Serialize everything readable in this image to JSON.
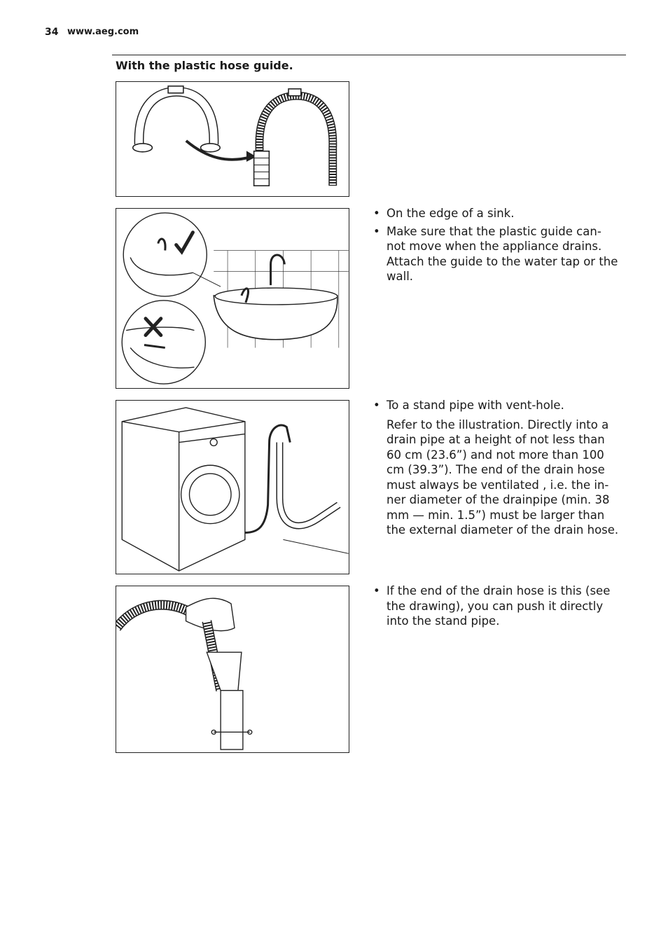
{
  "header": {
    "page_number": "34",
    "website": "www.aeg.com"
  },
  "section": {
    "heading": "With the plastic hose guide."
  },
  "blocks": [
    {
      "bullets": [
        "On the edge of a sink.",
        "Make sure that the plastic guide can-not move when the appliance drains. Attach the guide to the water tap or the wall."
      ]
    },
    {
      "bullets": [
        "To a stand pipe with vent-hole."
      ],
      "paragraph": "Refer to the illustration. Directly into a drain pipe at a height of not less than 60 cm (23.6”) and not more than 100 cm (39.3”). The end of the drain hose must always be ventilated , i.e. the in-ner diameter of the drainpipe (min. 38 mm — min. 1.5”) must be larger than the external diameter of the drain hose."
    },
    {
      "bullets": [
        "If the end of the drain hose is this (see the drawing), you can push it directly into the stand pipe."
      ]
    }
  ],
  "icons": [
    "checkmark-icon",
    "cross-icon"
  ]
}
